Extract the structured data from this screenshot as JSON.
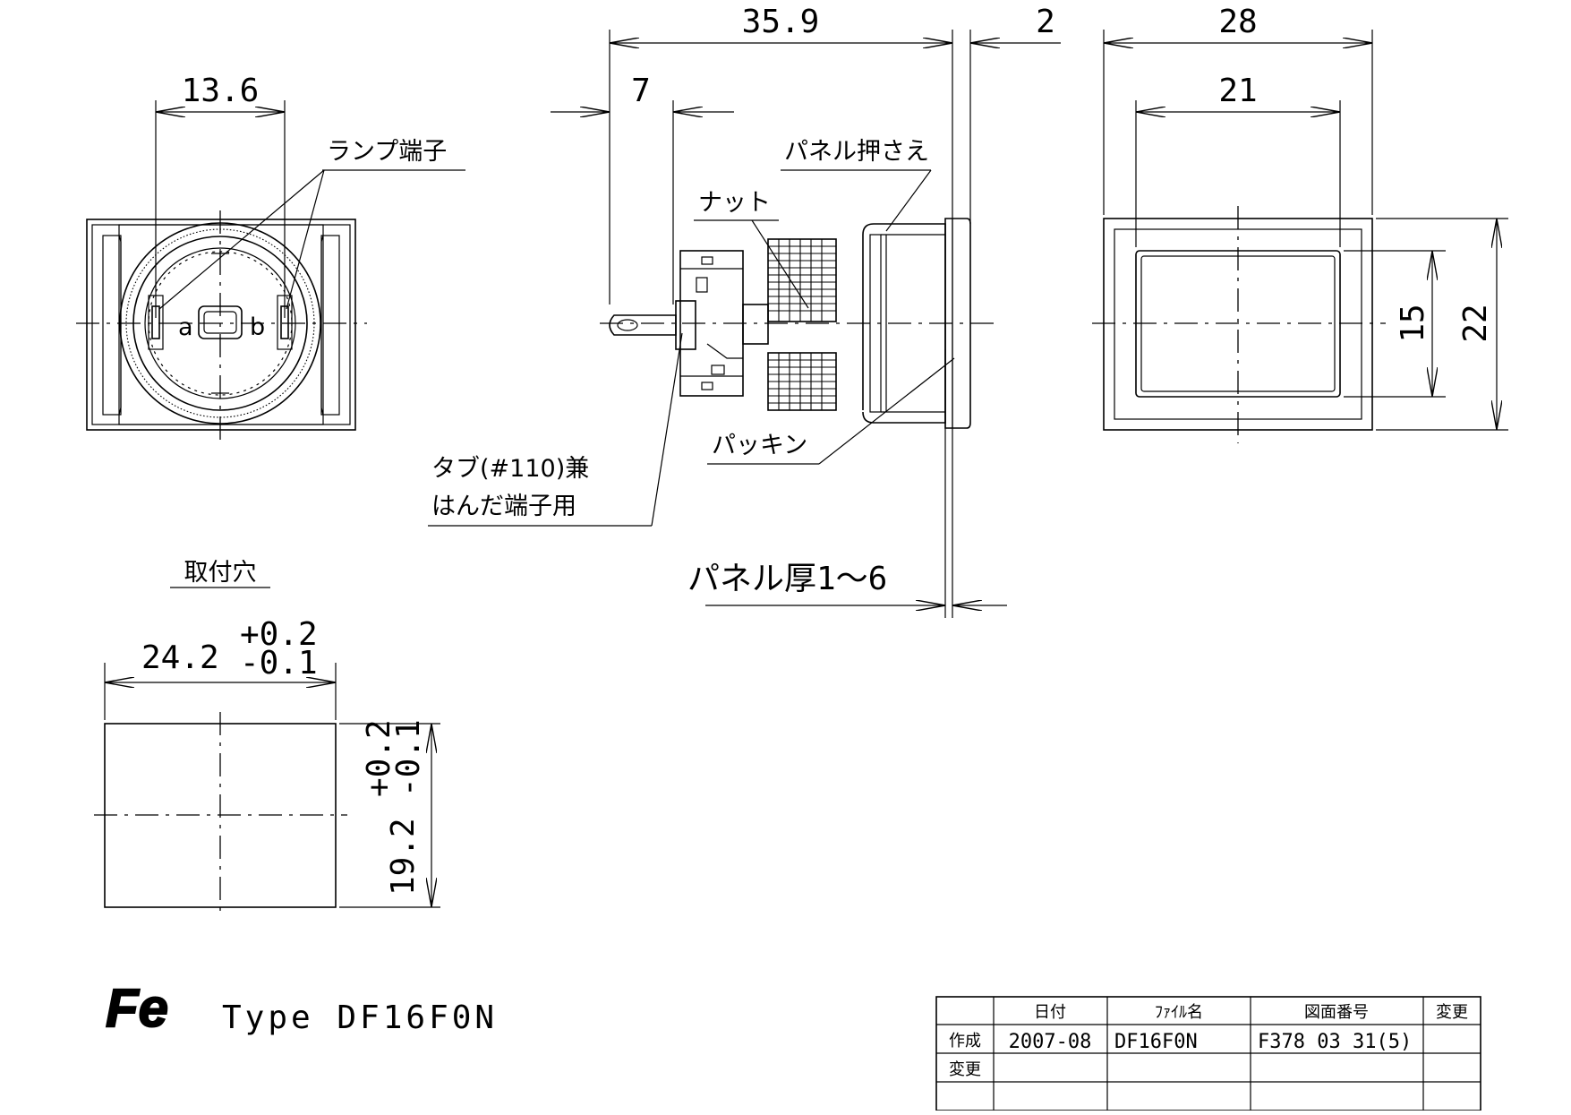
{
  "drawing": {
    "front_view": {
      "dim_lamp_spacing": "13.6",
      "label_lamp_terminal": "ランプ端子",
      "terminal_a": "a",
      "terminal_b": "b"
    },
    "side_view": {
      "dim_total_length": "35.9",
      "dim_bezel": "2",
      "dim_tab": "7",
      "label_panel_retainer": "パネル押さえ",
      "label_nut": "ナット",
      "label_packing": "パッキン",
      "label_tab_line1": "タブ(#110)兼",
      "label_tab_line2": "はんだ端子用",
      "label_panel_thickness": "パネル厚1～6"
    },
    "rear_view": {
      "dim_outer_width": "28",
      "dim_inner_width": "21",
      "dim_inner_height": "15",
      "dim_outer_height": "22"
    },
    "mounting_hole": {
      "title": "取付穴",
      "width_nominal": "24.2",
      "width_tol_plus": "+0.2",
      "width_tol_minus": "-0.1",
      "height_nominal": "19.2",
      "height_tol_plus": "+0.2",
      "height_tol_minus": "-0.1"
    },
    "logo_text": "Fe",
    "type_label": "Type DF16F0N"
  },
  "title_block": {
    "headers": [
      "日付",
      "ﾌｧｲﾙ名",
      "図面番号",
      "変更"
    ],
    "rows": [
      {
        "label": "作成",
        "date": "2007-08",
        "file": "DF16F0N",
        "number": "F378 03 31(5)",
        "change": ""
      },
      {
        "label": "変更",
        "date": "",
        "file": "",
        "number": "",
        "change": ""
      },
      {
        "label": "",
        "date": "",
        "file": "",
        "number": "",
        "change": ""
      }
    ]
  }
}
